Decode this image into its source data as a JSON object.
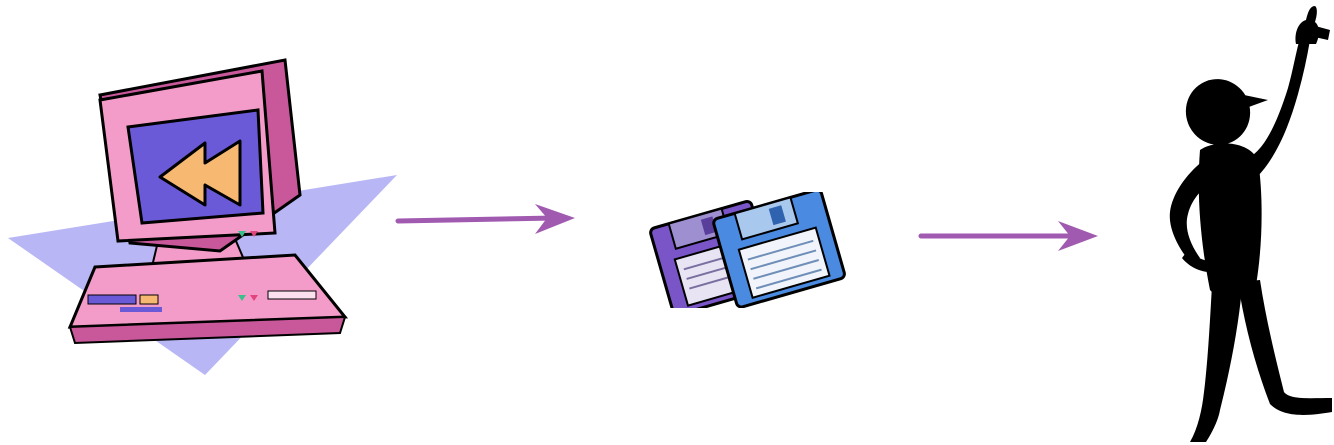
{
  "diagram": {
    "nodes": [
      {
        "id": "computer",
        "icon": "computer-rewind-icon"
      },
      {
        "id": "floppy-disks",
        "icon": "floppy-disks-icon"
      },
      {
        "id": "person",
        "icon": "person-pointing-up-icon"
      }
    ],
    "edges": [
      {
        "from": "computer",
        "to": "floppy-disks",
        "icon": "arrow-right-icon"
      },
      {
        "from": "floppy-disks",
        "to": "person",
        "icon": "arrow-right-icon"
      }
    ]
  },
  "colors": {
    "backdrop_triangle": "#b8b6f4",
    "computer_pink": "#f49cc9",
    "computer_dark_pink": "#c8589a",
    "screen": "#6b5ad8",
    "rewind_symbol": "#f7b872",
    "disk_purple": "#7a55c8",
    "disk_blue": "#4a8ae0",
    "arrow": "#a05bb0",
    "silhouette": "#000000"
  }
}
